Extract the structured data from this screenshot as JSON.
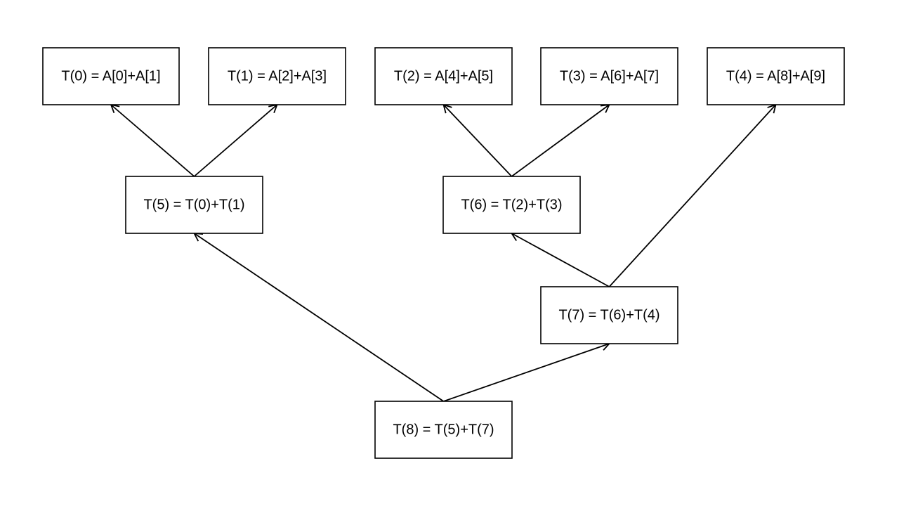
{
  "colors": {
    "background": "#ffffff",
    "stroke": "#000000",
    "text": "#000000"
  },
  "nodes": [
    {
      "id": "t0",
      "label": "T(0) = A[0]+A[1]"
    },
    {
      "id": "t1",
      "label": "T(1) = A[2]+A[3]"
    },
    {
      "id": "t2",
      "label": "T(2) = A[4]+A[5]"
    },
    {
      "id": "t3",
      "label": "T(3) = A[6]+A[7]"
    },
    {
      "id": "t4",
      "label": "T(4) = A[8]+A[9]"
    },
    {
      "id": "t5",
      "label": "T(5) = T(0)+T(1)"
    },
    {
      "id": "t6",
      "label": "T(6) = T(2)+T(3)"
    },
    {
      "id": "t7",
      "label": "T(7) = T(6)+T(4)"
    },
    {
      "id": "t8",
      "label": "T(8) = T(5)+T(7)"
    }
  ],
  "edges": [
    {
      "from": "t5",
      "to": "t0"
    },
    {
      "from": "t5",
      "to": "t1"
    },
    {
      "from": "t6",
      "to": "t2"
    },
    {
      "from": "t6",
      "to": "t3"
    },
    {
      "from": "t7",
      "to": "t6"
    },
    {
      "from": "t7",
      "to": "t4"
    },
    {
      "from": "t8",
      "to": "t5"
    },
    {
      "from": "t8",
      "to": "t7"
    }
  ]
}
